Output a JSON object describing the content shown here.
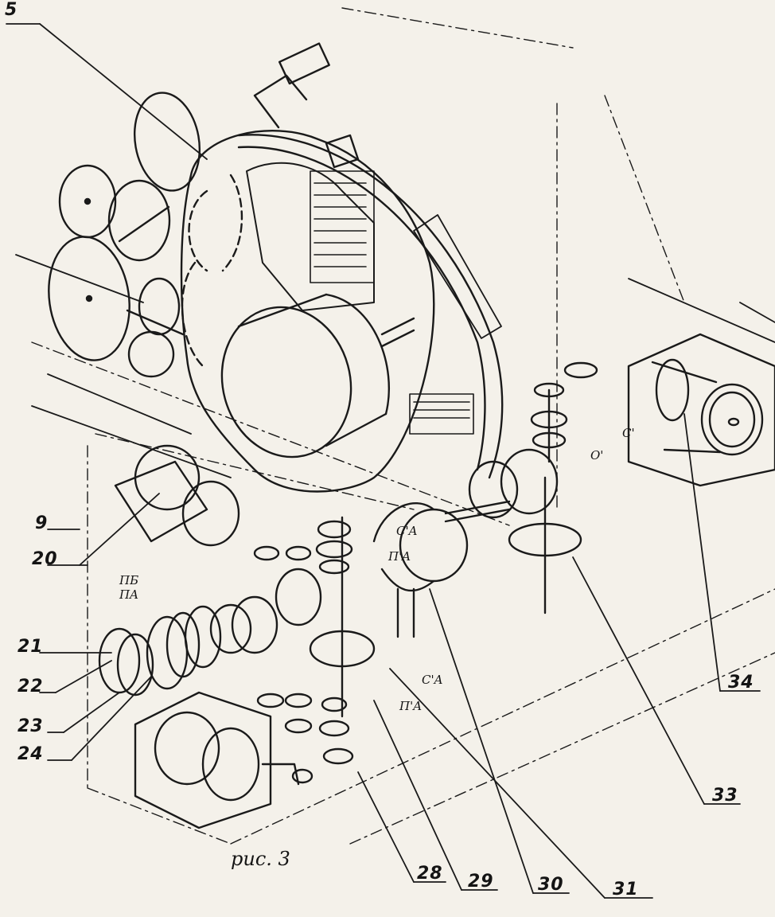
{
  "caption": "рис. 3",
  "labels": {
    "l5": "5",
    "l9": "9",
    "l20": "20",
    "l21": "21",
    "l22": "22",
    "l23": "23",
    "l24": "24",
    "l28": "28",
    "l29": "29",
    "l30": "30",
    "l31": "31",
    "l33": "33",
    "l34": "34"
  },
  "symbols": {
    "cA_top": "C'A",
    "pA_top": "П'A",
    "cA_low": "C'A",
    "pA_low": "П'A",
    "c_right": "C'",
    "o_right": "O'",
    "pB": "ПБ",
    "pA_left": "ПA"
  }
}
